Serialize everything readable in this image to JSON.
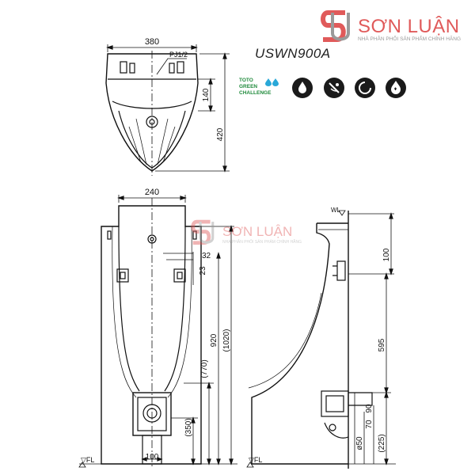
{
  "brand": {
    "name": "SƠN LUẬN",
    "tagline": "NHÀ PHÂN PHỐI SẢN PHẨM CHÍNH HÃNG",
    "accent_color": "#e05a5a",
    "logo_icon": "sl-monogram-icon"
  },
  "model": "USWN900A",
  "badge": {
    "lines": [
      "TOTO",
      "GREEN",
      "CHALLENGE"
    ],
    "color": "#1f8a3b",
    "icon": "water-drops-icon"
  },
  "feature_icons": [
    {
      "name": "water-saving-drop-icon"
    },
    {
      "name": "no-splash-icon"
    },
    {
      "name": "clean-surface-icon"
    },
    {
      "name": "hygienic-drop-icon"
    }
  ],
  "watermark": {
    "name": "SƠN LUẬN",
    "tagline": "NHÀ PHÂN PHỐI SẢN PHẨM CHÍNH HÃNG"
  },
  "top_view": {
    "width_label": "380",
    "pipe_label": "PJ1/2",
    "depth_label": "140",
    "height_label": "420"
  },
  "front_view": {
    "top_width": "240",
    "dim_32": "32",
    "dim_23": "23",
    "dim_920": "920",
    "dim_1020": "(1020)",
    "dim_770": "(770)",
    "dim_350": "(350)",
    "bottom_width": "100",
    "floor_label": "▽FL"
  },
  "side_view": {
    "wall_label": "WL",
    "dim_100": "100",
    "dim_595": "595",
    "dim_70": "70",
    "dim_90": "90",
    "dim_50": "ø50",
    "dim_225": "(225)",
    "floor_label": "▽FL"
  }
}
